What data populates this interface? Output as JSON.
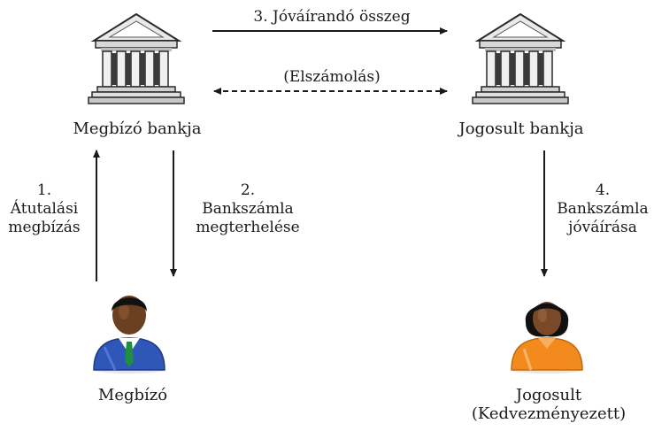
{
  "nodes": {
    "payer_bank": {
      "label": "Megbízó bankja",
      "icon": "bank-building-icon"
    },
    "payee_bank": {
      "label": "Jogosult bankja",
      "icon": "bank-building-icon"
    },
    "payer": {
      "label": "Megbízó",
      "icon": "businessman-avatar-icon"
    },
    "payee": {
      "label_line1": "Jogosult",
      "label_line2": "(Kedvezményezett)",
      "icon": "woman-avatar-icon"
    }
  },
  "flows": {
    "step1": {
      "number": "1.",
      "line1": "Átutalási",
      "line2": "megbízás"
    },
    "step2": {
      "number": "2.",
      "line1": "Bankszámla",
      "line2": "megterhelése"
    },
    "step3": {
      "text": "3. Jóváírandó összeg"
    },
    "settlement": {
      "text": "(Elszámolás)"
    },
    "step4": {
      "number": "4.",
      "line1": "Bankszámla",
      "line2": "jóváírása"
    }
  },
  "colors": {
    "arrow": "#1a1a1a",
    "payer_suit": "#2f57b8",
    "payer_tie": "#1e8f3c",
    "payee_top": "#f28a1e"
  }
}
